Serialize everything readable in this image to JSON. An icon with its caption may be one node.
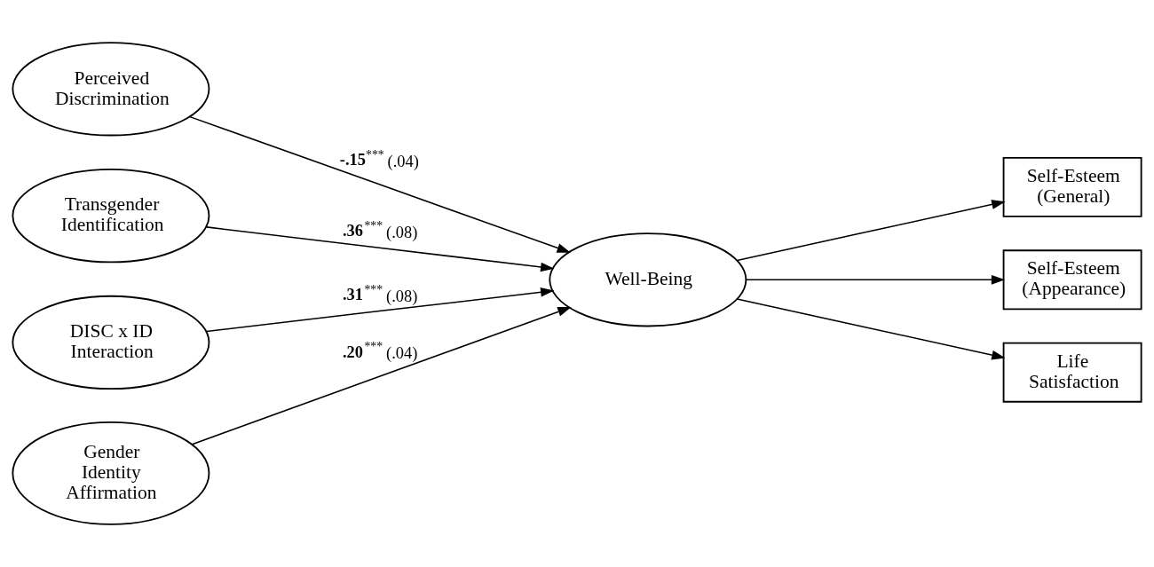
{
  "diagram": {
    "nodes": [
      {
        "text": [
          "Perceived Discrimination"
        ]
      },
      {
        "text": [
          "Transgender Identification"
        ]
      },
      {
        "text": [
          "DISC x ID Interaction"
        ]
      },
      {
        "text": [
          "Gender Identity Affirmation"
        ]
      },
      {
        "text": [
          "Well-Being"
        ]
      },
      {
        "text": [
          "Self-Esteem (General)"
        ]
      },
      {
        "text": [
          "Self-Esteem (Appearance)"
        ]
      },
      {
        "text": [
          "Life Satisfaction"
        ]
      }
    ],
    "edges": [
      {
        "from": 0,
        "to": 4,
        "arrow": "to",
        "label": "**-.15**$^{***}$ (.04)"
      },
      {
        "from": 1,
        "to": 4,
        "arrow": "to",
        "label": "**.36**$^{***}$ (.08)"
      },
      {
        "from": 2,
        "to": 4,
        "arrow": "to",
        "label": "**.31**$^{***}$ (.08)"
      },
      {
        "from": 3,
        "to": 4,
        "arrow": "to",
        "label": "**.20**$^{***}$ (.04)"
      },
      {
        "from": 4,
        "to": 5,
        "arrow": "to"
      },
      {
        "from": 4,
        "to": 6,
        "arrow": "to"
      },
      {
        "from": 4,
        "to": 7,
        "arrow": "to"
      }
    ]
  }
}
